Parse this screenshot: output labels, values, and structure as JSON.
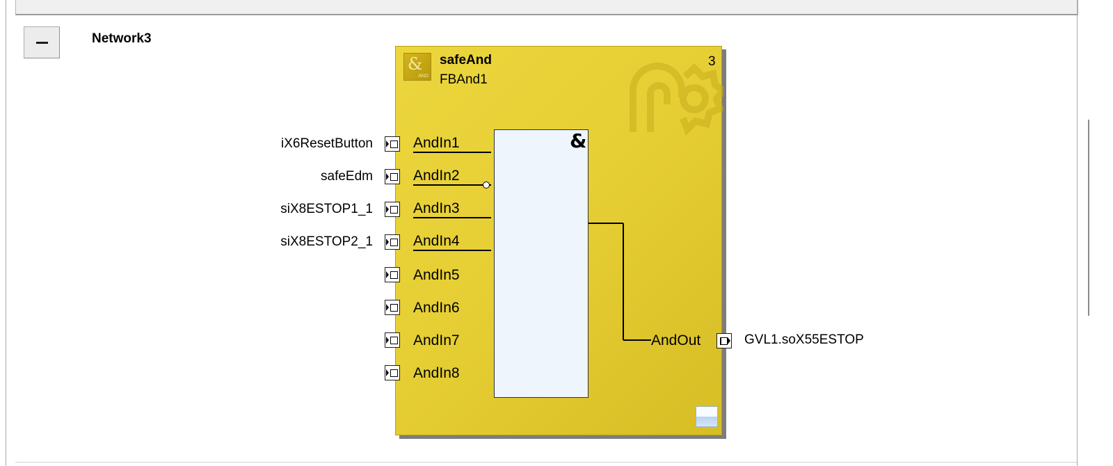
{
  "network": {
    "title": "Network3",
    "collapse_icon": "minus-icon"
  },
  "function_block": {
    "type": "safeAnd",
    "instance": "FBAnd1",
    "execution_order": "3",
    "icon": "and-gate-icon",
    "icon_text": "&",
    "icon_subtext": "AND",
    "gate_symbol": "&",
    "body_color": "#e6cf35",
    "gate_color": "#eef5fc",
    "inputs": [
      {
        "pin": "AndIn1",
        "variable": "iX6ResetButton"
      },
      {
        "pin": "AndIn2",
        "variable": "safeEdm",
        "negated": true
      },
      {
        "pin": "AndIn3",
        "variable": "siX8ESTOP1_1"
      },
      {
        "pin": "AndIn4",
        "variable": "siX8ESTOP2_1"
      },
      {
        "pin": "AndIn5",
        "variable": ""
      },
      {
        "pin": "AndIn6",
        "variable": ""
      },
      {
        "pin": "AndIn7",
        "variable": ""
      },
      {
        "pin": "AndIn8",
        "variable": ""
      }
    ],
    "output": {
      "pin": "AndOut",
      "variable": "GVL1.soX55ESTOP"
    }
  }
}
